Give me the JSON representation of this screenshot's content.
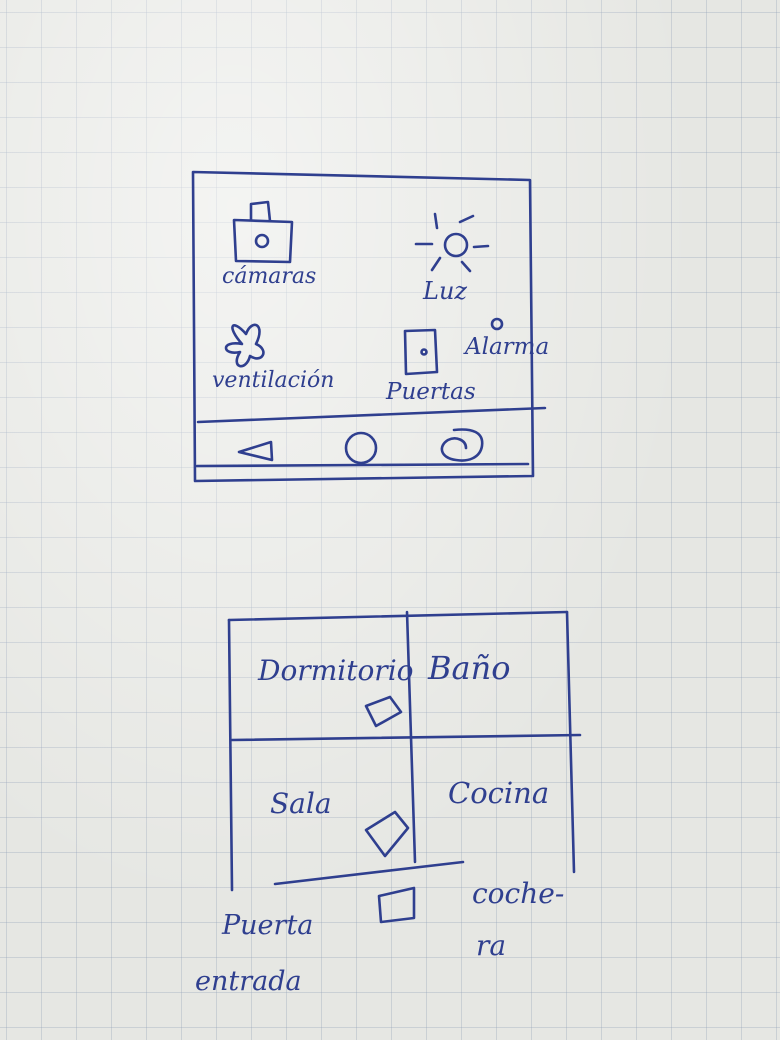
{
  "sketch_top": {
    "tiles": [
      {
        "label": "cámaras",
        "icon": "camera-icon"
      },
      {
        "label": "Luz",
        "icon": "sun-icon"
      },
      {
        "label": "ventilación",
        "icon": "fan-icon"
      },
      {
        "label": "Puertas",
        "icon": "door-icon"
      },
      {
        "label": "Alarma",
        "icon": "alarm-icon"
      }
    ],
    "nav": [
      "back-icon",
      "home-icon",
      "recent-icon"
    ]
  },
  "sketch_bottom": {
    "rooms": [
      "Dormitorio",
      "Baño",
      "Sala",
      "Cocina"
    ],
    "entrance_label_line1": "Puerta",
    "entrance_label_line2": "entrada",
    "garage_label_line1": "coche-",
    "garage_label_line2": "ra"
  },
  "colors": {
    "ink": "#2f3f8f",
    "paper": "#e6e7e3",
    "grid": "#96a5b9"
  }
}
